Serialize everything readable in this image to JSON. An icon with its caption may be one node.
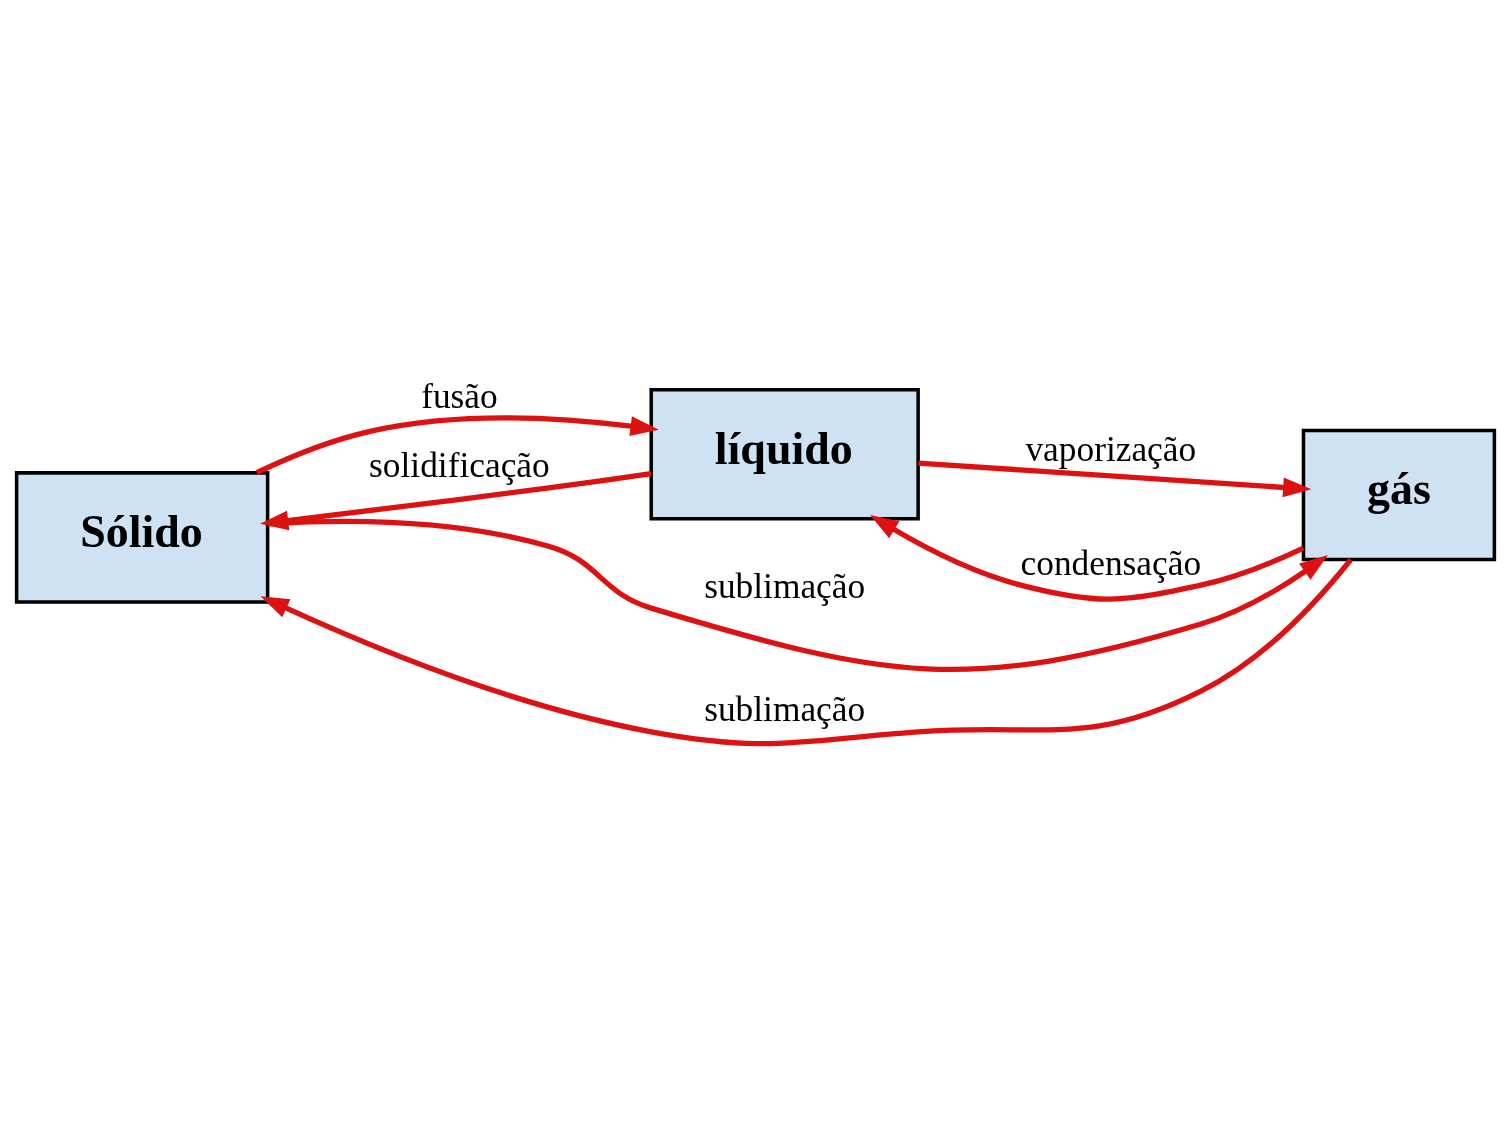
{
  "diagram": {
    "nodes": [
      {
        "text": [
          "Sólido"
        ]
      },
      {
        "text": [
          "líquido"
        ]
      },
      {
        "text": [
          "gás"
        ]
      }
    ],
    "edges": [
      {
        "from": 0,
        "to": 2,
        "arrow": "to",
        "label": "sublimação"
      },
      {
        "from": 1,
        "to": 0,
        "arrow": "to",
        "label": "solidificação"
      },
      {
        "from": 2,
        "to": 1,
        "arrow": "to",
        "label": "condensação"
      },
      {
        "from": 0,
        "to": 1,
        "arrow": "to",
        "label": "fusão"
      },
      {
        "from": 1,
        "to": 2,
        "arrow": "to",
        "label": "vaporização"
      },
      {
        "from": 2,
        "to": 0,
        "arrow": "to",
        "label": "sublimação"
      }
    ]
  }
}
